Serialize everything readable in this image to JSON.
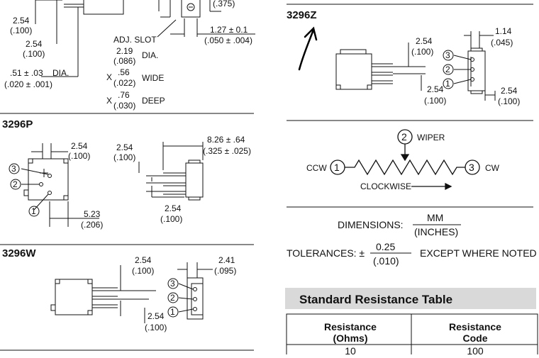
{
  "top_left": {
    "dim_254_a": "2.54",
    "dim_100_a": "(.100)",
    "dim_254_b": "2.54",
    "dim_100_b": "(.100)",
    "dim_51": ".51 ± .03",
    "dim_020": "(.020 ± .001)",
    "dia": "DIA.",
    "dim_375": "(.375)",
    "adj_slot": "ADJ. SLOT",
    "slot_219": "2.19",
    "slot_086": "(.086)",
    "slot_dia": "DIA.",
    "x1": "X",
    "slot_56": ".56",
    "slot_022": "(.022)",
    "wide": "WIDE",
    "x2": "X",
    "slot_76": ".76",
    "slot_030": "(.030)",
    "deep": "DEEP",
    "dim_127": "1.27 ± 0.1",
    "dim_050": "(.050 ± .004)"
  },
  "p3296p": {
    "title": "3296P",
    "d1_mm": "2.54",
    "d1_in": "(.100)",
    "d2_mm": "2.54",
    "d2_in": "(.100)",
    "d3_mm": "8.26 ± .64",
    "d3_in": "(.325 ± .025)",
    "d4_mm": "5.23",
    "d4_in": "(.206)",
    "d5_mm": "2.54",
    "d5_in": "(.100)",
    "pins": [
      "3",
      "2",
      "1"
    ]
  },
  "p3296w": {
    "title": "3296W",
    "d1_mm": "2.54",
    "d1_in": "(.100)",
    "d2_mm": "2.41",
    "d2_in": "(.095)",
    "d3_mm": "2.54",
    "d3_in": "(.100)",
    "pins": [
      "3",
      "2",
      "1"
    ]
  },
  "p3296z": {
    "title": "3296Z",
    "d1_mm": "2.54",
    "d1_in": "(.100)",
    "d2_mm": "1.14",
    "d2_in": "(.045)",
    "d3_mm": "2.54",
    "d3_in": "(.100)",
    "d4_mm": "2.54",
    "d4_in": "(.100)",
    "pins": [
      "3",
      "2",
      "1"
    ]
  },
  "schematic": {
    "wiper_num": "2",
    "wiper": "WIPER",
    "ccw": "CCW",
    "ccw_num": "1",
    "cw_num": "3",
    "cw": "CW",
    "clockwise": "CLOCKWISE"
  },
  "notes": {
    "dimensions": "DIMENSIONS:",
    "mm": "MM",
    "inches": "(INCHES)",
    "tolerances": "TOLERANCES: ±",
    "tol_mm": "0.25",
    "tol_in": "(.010)",
    "except": "EXCEPT WHERE NOTED"
  },
  "table": {
    "title": "Standard Resistance Table",
    "col1_a": "Resistance",
    "col1_b": "(Ohms)",
    "col2_a": "Resistance",
    "col2_b": "Code",
    "row1_ohms": "10",
    "row1_code": "100"
  }
}
